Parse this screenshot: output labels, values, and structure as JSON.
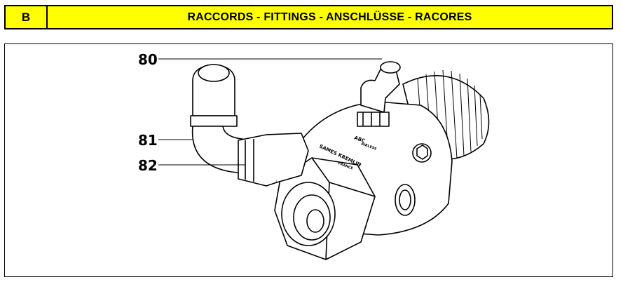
{
  "header": {
    "section_letter": "B",
    "title": "RACCORDS - FITTINGS - ANSCHLÜSSE - RACORES"
  },
  "colors": {
    "header_background": "#ffff00",
    "border": "#000000"
  },
  "callouts": {
    "c80": "80",
    "c81": "81",
    "c82": "82"
  },
  "part_markings": {
    "label_a": "ABC",
    "label_b": "AIRLESS",
    "brand": "SAMES KREMLIN",
    "origin": "FRANCE"
  }
}
